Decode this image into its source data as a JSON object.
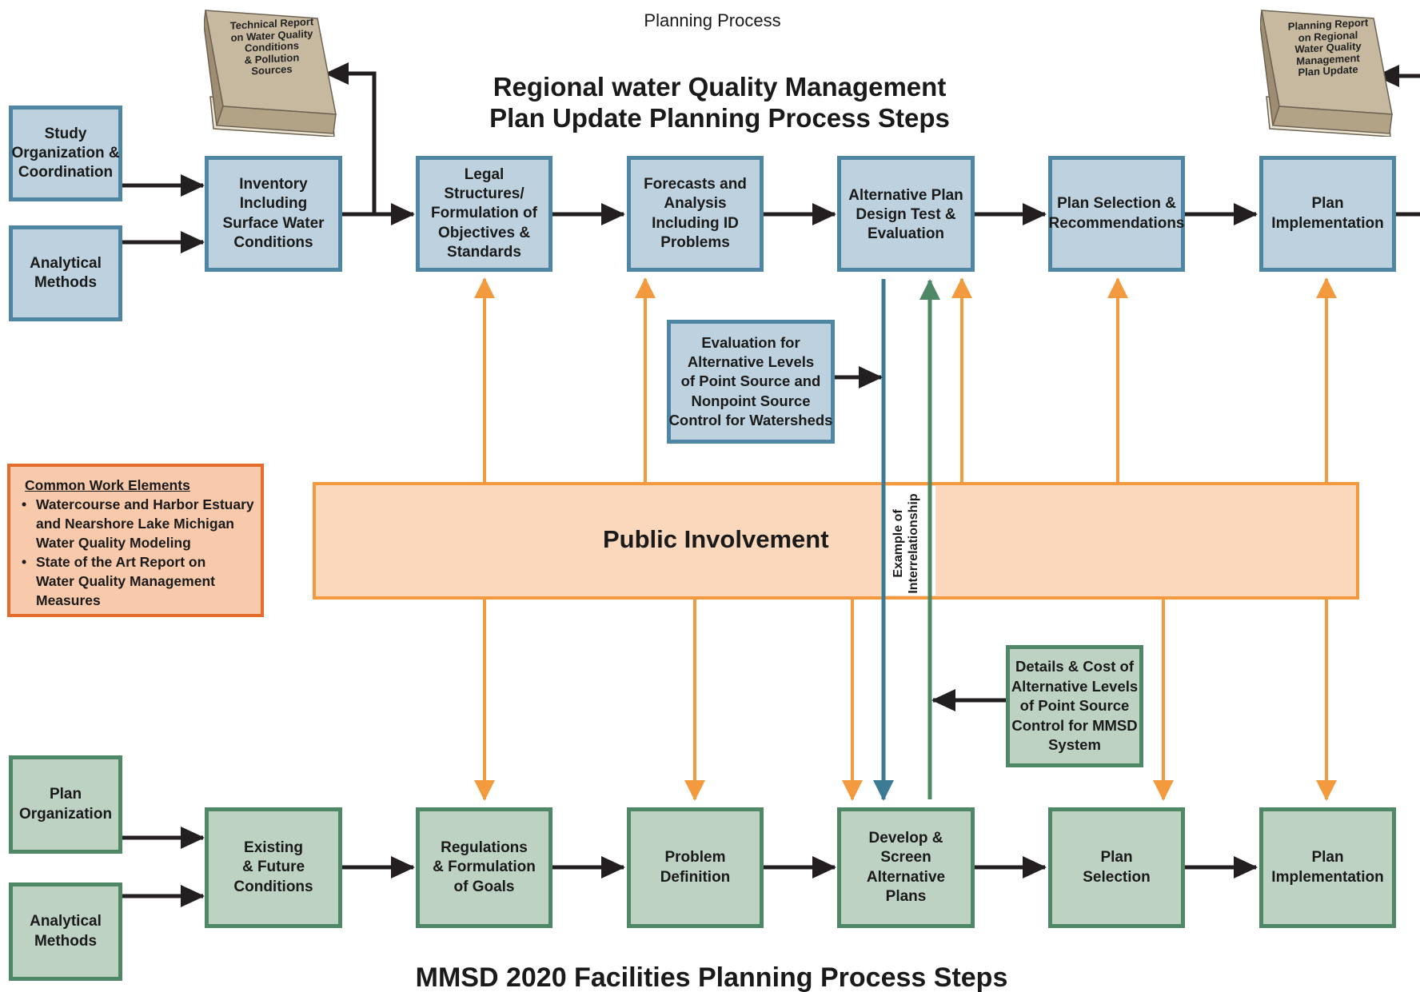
{
  "header": {
    "page_label": "Planning Process",
    "regional_title": [
      "Regional water Quality Management",
      "Plan Update Planning Process Steps"
    ],
    "mmsd_title": "MMSD 2020 Facilities Planning Process Steps"
  },
  "books": {
    "technical_report": [
      "Technical Report",
      "on Water Quality",
      "Conditions",
      "& Pollution",
      "Sources"
    ],
    "planning_report": [
      "Planning Report",
      "on Regional",
      "Water Quality",
      "Management",
      "Plan Update"
    ]
  },
  "regional_inputs": {
    "study_organization": [
      "Study",
      "Organization &",
      "Coordination"
    ],
    "analytical_methods": [
      "Analytical",
      "Methods"
    ]
  },
  "regional_steps": {
    "inventory": [
      "Inventory",
      "Including",
      "Surface Water",
      "Conditions"
    ],
    "legal_structures": [
      "Legal",
      "Structures/",
      "Formulation of",
      "Objectives &",
      "Standards"
    ],
    "forecasts": [
      "Forecasts and",
      "Analysis",
      "Including ID",
      "Problems"
    ],
    "alternative_plan": [
      "Alternative Plan",
      "Design Test &",
      "Evaluation"
    ],
    "plan_selection": [
      "Plan Selection &",
      "Recommendations"
    ],
    "plan_implementation": [
      "Plan",
      "Implementation"
    ]
  },
  "evaluation_box": [
    "Evaluation for",
    "Alternative Levels",
    "of Point Source and",
    "Nonpoint Source",
    "Control for Watersheds"
  ],
  "common_work": {
    "title": "Common Work Elements",
    "items": [
      [
        "Watercourse and Harbor Estuary",
        "and Nearshore Lake Michigan",
        "Water Quality Modeling"
      ],
      [
        "State of the Art Report on",
        "Water Quality Management",
        "Measures"
      ]
    ]
  },
  "public_involvement": "Public Involvement",
  "interrelationship_label": [
    "Example of",
    "Interrelationship"
  ],
  "details_box": [
    "Details & Cost of",
    "Alternative Levels",
    "of Point Source",
    "Control for MMSD",
    "System"
  ],
  "mmsd_inputs": {
    "plan_organization": [
      "Plan",
      "Organization"
    ],
    "analytical_methods": [
      "Analytical",
      "Methods"
    ]
  },
  "mmsd_steps": {
    "existing_conditions": [
      "Existing",
      "& Future",
      "Conditions"
    ],
    "regulations": [
      "Regulations",
      "& Formulation",
      "of Goals"
    ],
    "problem_definition": [
      "Problem",
      "Definition"
    ],
    "develop_screen": [
      "Develop &",
      "Screen",
      "Alternative",
      "Plans"
    ],
    "plan_selection": [
      "Plan",
      "Selection"
    ],
    "plan_implementation": [
      "Plan",
      "Implementation"
    ]
  },
  "colors": {
    "blue_fill": "#bdd2de",
    "blue_border": "#4f86a4",
    "green_fill": "#bed2c4",
    "green_border": "#4e8867",
    "orange_arrow": "#f39a3e",
    "public_fill": "#fbd8bb",
    "common_fill": "#f8c9aa",
    "common_border": "#e36d2c",
    "dark_arrow": "#231f20"
  }
}
